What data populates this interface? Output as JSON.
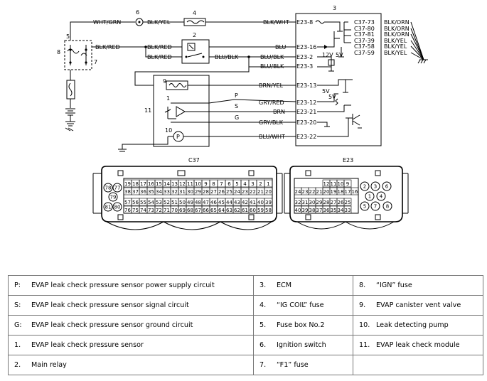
{
  "components": {
    "c1": "1",
    "c2": "2",
    "c3": "3",
    "c4": "4",
    "c5": "5",
    "c6": "6",
    "c7": "7",
    "c8": "8",
    "c9": "9",
    "c10": "10",
    "c11": "11",
    "pump": "P"
  },
  "wires": {
    "wht_grn": "WHT/GRN",
    "blk_yel": "BLK/YEL",
    "blk_wht": "BLK/WHT",
    "blk_red_a": "BLK/RED",
    "blk_red_b": "BLK/RED",
    "blk_red_c": "BLK/RED",
    "blu": "BLU",
    "blu_blk_a": "BLU/BLK",
    "blu_blk_b": "BLU/BLK",
    "blu_blk_c": "BLU/BLK",
    "brn_yel": "BRN/YEL",
    "p": "P",
    "s": "S",
    "g": "G",
    "gry_red": "GRY/RED",
    "brn": "BRN",
    "gry_blk": "GRY/BLK",
    "blu_wht": "BLU/WHT"
  },
  "terminals": {
    "e23_8": "E23-8",
    "e23_16": "E23-16",
    "e23_2": "E23-2",
    "e23_3": "E23-3",
    "e23_13": "E23-13",
    "e23_12": "E23-12",
    "e23_21": "E23-21",
    "e23_20": "E23-20",
    "e23_22": "E23-22",
    "c37_73": "C37-73",
    "c37_80": "C37-80",
    "c37_81": "C37-81",
    "c37_39": "C37-39",
    "c37_58": "C37-58",
    "c37_59": "C37-59"
  },
  "grounds": {
    "g1": "BLK/ORN",
    "g2": "BLK/ORN",
    "g3": "BLK/ORN",
    "g4": "BLK/YEL",
    "g5": "BLK/YEL",
    "g6": "BLK/YEL"
  },
  "voltages": {
    "v12": "12V",
    "v5a": "5V",
    "v5b": "5V",
    "v5c": "5V"
  },
  "connectors": {
    "c37": {
      "name": "C37",
      "row1": [
        "19",
        "18",
        "17",
        "16",
        "15",
        "14",
        "13",
        "12",
        "11",
        "10",
        "9",
        "8",
        "7",
        "6",
        "5",
        "4",
        "3",
        "2",
        "1"
      ],
      "row2": [
        "38",
        "37",
        "36",
        "35",
        "34",
        "33",
        "32",
        "31",
        "30",
        "29",
        "28",
        "27",
        "26",
        "25",
        "24",
        "23",
        "22",
        "21",
        "20"
      ],
      "row3": [
        "57",
        "56",
        "55",
        "54",
        "53",
        "52",
        "51",
        "50",
        "49",
        "48",
        "47",
        "46",
        "45",
        "44",
        "43",
        "42",
        "41",
        "40",
        "39"
      ],
      "row4": [
        "76",
        "75",
        "74",
        "73",
        "72",
        "71",
        "70",
        "69",
        "68",
        "67",
        "66",
        "65",
        "64",
        "63",
        "62",
        "61",
        "60",
        "59",
        "58"
      ],
      "round": [
        "78",
        "77",
        "79",
        "81",
        "80"
      ]
    },
    "e23": {
      "name": "E23",
      "row1": [
        "12",
        "11",
        "10",
        "9"
      ],
      "row2": [
        "24",
        "23",
        "22",
        "21",
        "20",
        "19",
        "18",
        "17",
        "16"
      ],
      "row3": [
        "32",
        "31",
        "30",
        "29",
        "28",
        "27",
        "26",
        "25"
      ],
      "row4": [
        "40",
        "39",
        "38",
        "37",
        "36",
        "35",
        "34",
        "33"
      ],
      "round": [
        "2",
        "3",
        "1",
        "4",
        "5",
        "7",
        "8",
        "6"
      ]
    }
  },
  "legend": [
    [
      {
        "k": "P:",
        "t": "EVAP leak check pressure sensor power supply circuit"
      },
      {
        "k": "3.",
        "t": "ECM"
      },
      {
        "k": "8.",
        "t": "“IGN” fuse"
      }
    ],
    [
      {
        "k": "S:",
        "t": "EVAP leak check pressure sensor signal circuit"
      },
      {
        "k": "4.",
        "t": "“IG COIL” fuse"
      },
      {
        "k": "9.",
        "t": "EVAP canister vent valve"
      }
    ],
    [
      {
        "k": "G:",
        "t": "EVAP leak check pressure sensor ground circuit"
      },
      {
        "k": "5.",
        "t": "Fuse box No.2"
      },
      {
        "k": "10.",
        "t": "Leak detecting pump"
      }
    ],
    [
      {
        "k": "1.",
        "t": "EVAP leak check pressure sensor"
      },
      {
        "k": "6.",
        "t": "Ignition switch"
      },
      {
        "k": "11.",
        "t": "EVAP leak check module"
      }
    ],
    [
      {
        "k": "2.",
        "t": "Main relay"
      },
      {
        "k": "7.",
        "t": "“F1” fuse"
      },
      {
        "k": "",
        "t": ""
      }
    ]
  ]
}
